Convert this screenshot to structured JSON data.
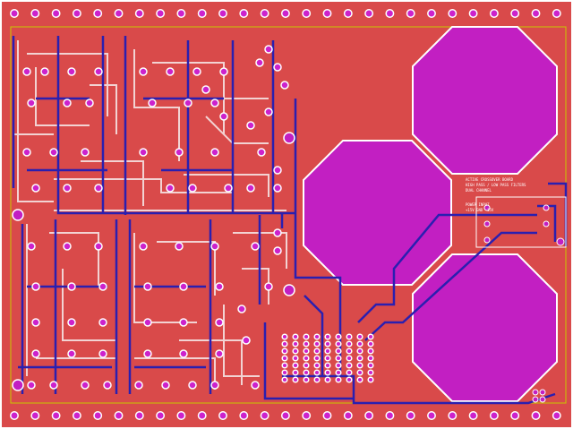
{
  "view": {
    "name": "pcb-layout-view"
  },
  "colors": {
    "copper_pour": "#d94a4a",
    "pad": "#cc22cc",
    "trace_bottom": "#2a1fb0",
    "trace_top": "#f2d3d3",
    "board_outline": "#c8c800",
    "silk": "#ffffff",
    "background": "#ffffff"
  },
  "text": {
    "title_block_lines": [
      "ACTIVE CROSSOVER BOARD",
      "HIGH PASS / LOW PASS FILTERS",
      "DUAL CHANNEL"
    ],
    "note_lines": [
      "POWER INPUT",
      "+15V  GND  -15V"
    ]
  }
}
